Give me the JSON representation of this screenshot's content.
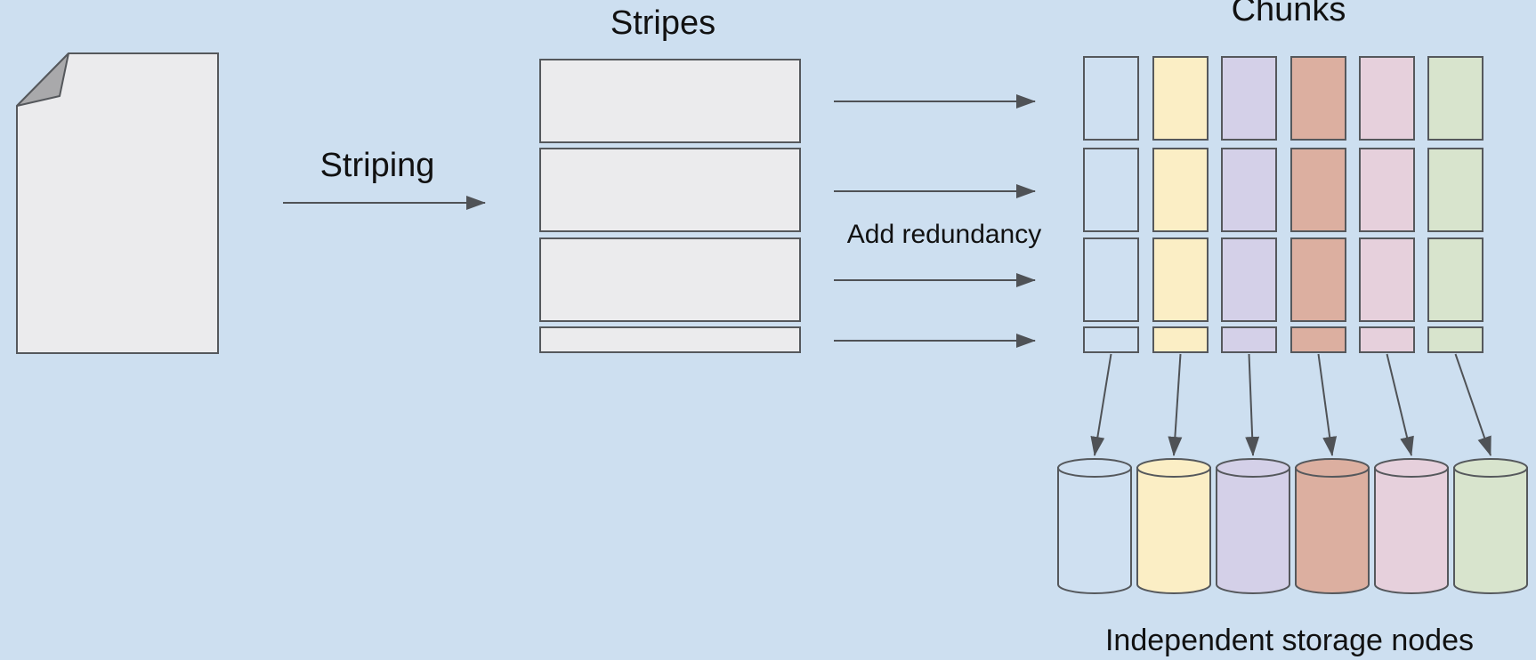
{
  "labels": {
    "striping": "Striping",
    "stripes": "Stripes",
    "chunks": "Chunks",
    "add_redundancy": "Add redundancy",
    "storage_nodes": "Independent storage nodes"
  },
  "colors": {
    "background": "#cddff0",
    "page_fill": "#ebebed",
    "page_fold": "#a9a9ab",
    "stroke": "#55585c",
    "arrow": "#4f5256",
    "columns": [
      "#cfe0f1",
      "#fbeec5",
      "#d4d0e8",
      "#dcafa0",
      "#e6d0dc",
      "#d8e4cd"
    ]
  },
  "icons": [
    "document-icon",
    "cylinder-icon"
  ]
}
